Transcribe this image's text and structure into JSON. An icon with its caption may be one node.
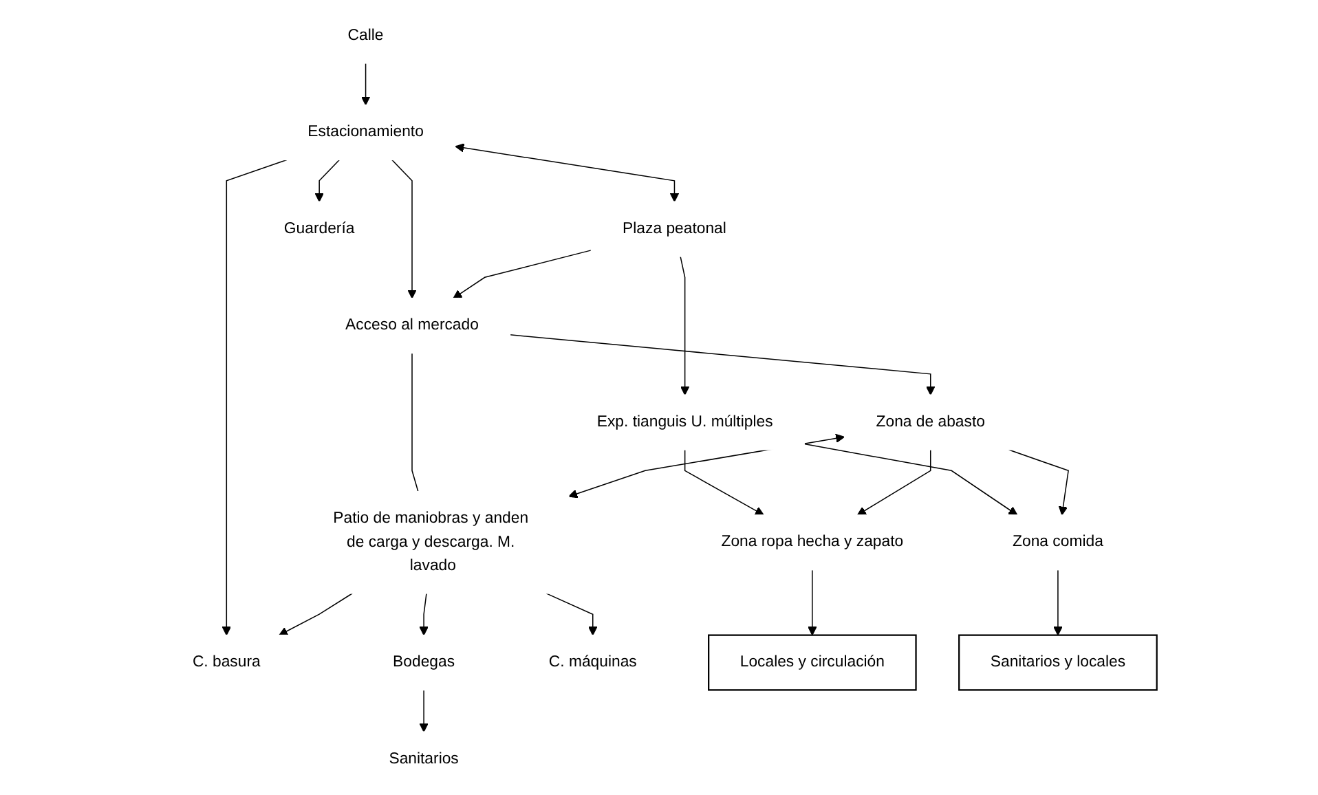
{
  "diagram": {
    "nodes": [
      {
        "text": [
          "Calle"
        ]
      },
      {
        "text": [
          "Estacionamiento"
        ]
      },
      {
        "text": [
          "C. basura"
        ]
      },
      {
        "text": [
          "Plaza peatonal"
        ]
      },
      {
        "text": [
          "Acceso al mercado"
        ]
      },
      {
        "text": [
          "Patio de maniobras y anden de carga y descarga. M. lavado"
        ]
      },
      {
        "text": [
          "Bodegas"
        ]
      },
      {
        "text": [
          "Exp. tianguis U. múltiples"
        ]
      },
      {
        "text": [
          "C. máquinas"
        ]
      },
      {
        "text": [
          "Sanitarios"
        ]
      },
      {
        "text": [
          "Zona de abasto"
        ]
      },
      {
        "text": [
          "Zona ropa hecha y zapato"
        ]
      },
      {
        "text": [
          "Zona comida"
        ]
      },
      {
        "text": [
          "Guardería"
        ]
      },
      {
        "text": [
          "Locales y circulación"
        ]
      },
      {
        "text": [
          "Sanitarios y locales"
        ]
      }
    ],
    "edges": [
      {
        "from": 0,
        "to": 1,
        "arrow": "to"
      },
      {
        "from": 1,
        "to": 3,
        "arrow": "both"
      },
      {
        "from": 1,
        "to": 4,
        "arrow": "to"
      },
      {
        "from": 1,
        "to": 2,
        "arrow": "to"
      },
      {
        "from": 1,
        "to": 13,
        "arrow": "to"
      },
      {
        "from": 3,
        "to": 4,
        "arrow": "to"
      },
      {
        "from": 4,
        "to": 5,
        "arrow": "none"
      },
      {
        "from": 5,
        "to": 2,
        "arrow": "to"
      },
      {
        "from": 5,
        "to": 6,
        "arrow": "to"
      },
      {
        "from": 5,
        "to": 8,
        "arrow": "to"
      },
      {
        "from": 10,
        "to": 5,
        "arrow": "both"
      },
      {
        "from": 3,
        "to": 7,
        "arrow": "to"
      },
      {
        "from": 4,
        "to": 10,
        "arrow": "to"
      },
      {
        "from": 6,
        "to": 9,
        "arrow": "to"
      },
      {
        "from": 7,
        "to": 11,
        "arrow": "to"
      },
      {
        "from": 7,
        "to": 12,
        "arrow": "to"
      },
      {
        "from": 10,
        "to": 11,
        "arrow": "to"
      },
      {
        "from": 10,
        "to": 12,
        "arrow": "to"
      },
      {
        "from": 11,
        "to": 14,
        "arrow": "to"
      },
      {
        "from": 12,
        "to": 15,
        "arrow": "to"
      }
    ]
  }
}
